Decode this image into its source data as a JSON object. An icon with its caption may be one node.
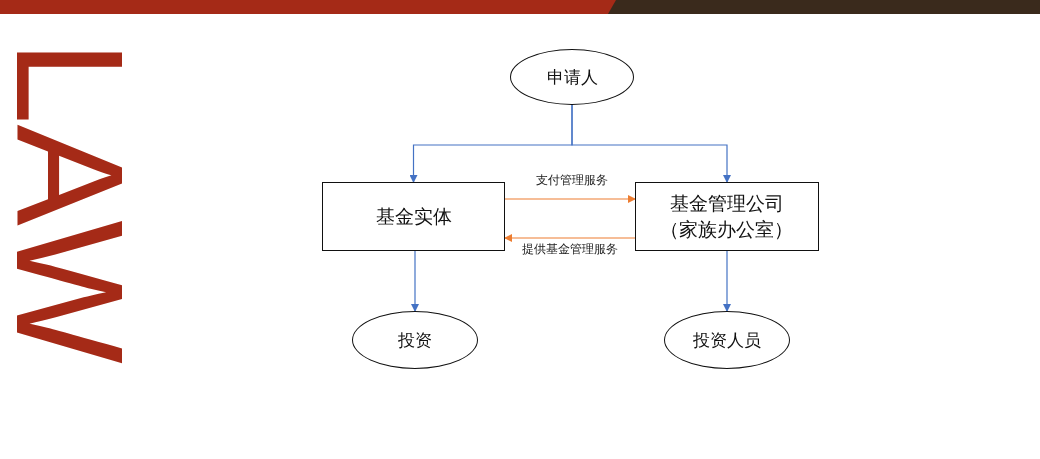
{
  "diagram": {
    "nodes": [
      {
        "text": [
          "申请人"
        ]
      },
      {
        "text": [
          "基金实体"
        ]
      },
      {
        "text": [
          "基金管理公司（家族办公室）"
        ]
      },
      {
        "text": [
          "投资"
        ]
      },
      {
        "text": [
          "投资人员"
        ]
      }
    ],
    "edges": [
      {
        "from": 0,
        "to": 1,
        "arrow": "to"
      },
      {
        "from": 0,
        "to": 2,
        "arrow": "to"
      },
      {
        "from": 1,
        "to": 2,
        "arrow": "to",
        "label": "支付管理服务",
        "color": "#ed7d31"
      },
      {
        "from": 2,
        "to": 1,
        "arrow": "to",
        "label": "提供基金管理服务",
        "color": "#ed7d31"
      },
      {
        "from": 1,
        "to": 3,
        "arrow": "to"
      },
      {
        "from": 2,
        "to": 4,
        "arrow": "to"
      }
    ],
    "labels": [
      "LAW"
    ]
  }
}
